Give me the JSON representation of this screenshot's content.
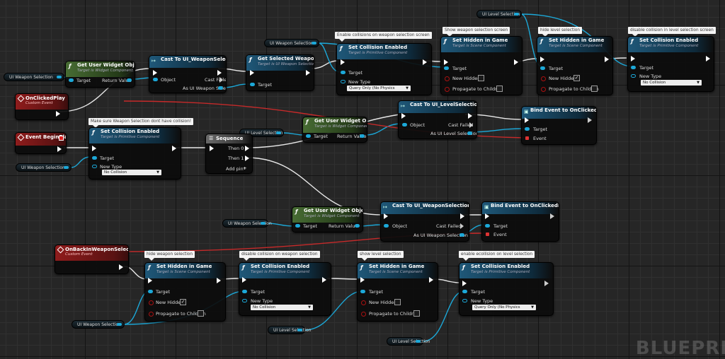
{
  "watermark": "BLUEPRI",
  "variables": {
    "weapon": "UI Weapon Selection",
    "level": "UI Level Selection"
  },
  "nodes": {
    "get_widget_1": {
      "title": "Get User Widget Object",
      "sub": "Target is Widget Component",
      "target": "Target",
      "ret": "Return Value"
    },
    "cast_weapon_1": {
      "title": "Cast To UI_WeaponSelection",
      "obj": "Object",
      "failed": "Cast Failed",
      "as": "As UI Weapon Selection"
    },
    "get_selected": {
      "title": "Get Selected Weapons",
      "sub": "Target is UI Weapon Selection",
      "target": "Target"
    },
    "set_coll_1": {
      "title": "Set Collision Enabled",
      "sub": "Target is Primitive Component",
      "target": "Target",
      "newtype": "New Type",
      "value": "Query Only (No Physics Collision)"
    },
    "set_hidden_1": {
      "title": "Set Hidden in Game",
      "sub": "Target is Scene Component",
      "target": "Target",
      "newhidden": "New Hidden",
      "prop": "Propagate to Children"
    },
    "set_hidden_2": {
      "title": "Set Hidden in Game",
      "sub": "Target is Scene Component",
      "target": "Target",
      "newhidden": "New Hidden",
      "prop": "Propagate to Children"
    },
    "set_coll_2": {
      "title": "Set Collision Enabled",
      "sub": "Target is Primitive Component",
      "target": "Target",
      "newtype": "New Type",
      "value": "No Collision"
    },
    "on_clicked_play": {
      "title": "OnClickedPlay",
      "sub": "Custom Event"
    },
    "event_begin": {
      "title": "Event BeginPlay"
    },
    "set_coll_3": {
      "title": "Set Collision Enabled",
      "sub": "Target is Primitive Component",
      "target": "Target",
      "newtype": "New Type",
      "value": "No Collision"
    },
    "sequence": {
      "title": "Sequence",
      "then0": "Then 0",
      "then1": "Then 1",
      "addpin": "Add pin"
    },
    "get_widget_2": {
      "title": "Get User Widget Object",
      "sub": "Target is Widget Component",
      "target": "Target",
      "ret": "Return Value"
    },
    "cast_level": {
      "title": "Cast To UI_LevelSelection",
      "obj": "Object",
      "failed": "Cast Failed",
      "as": "As UI Level Selection"
    },
    "bind_play": {
      "title": "Bind Event to OnClickedPlay",
      "target": "Target",
      "event": "Event"
    },
    "get_widget_3": {
      "title": "Get User Widget Object",
      "sub": "Target is Widget Component",
      "target": "Target",
      "ret": "Return Value"
    },
    "cast_weapon_2": {
      "title": "Cast To UI_WeaponSelection",
      "obj": "Object",
      "failed": "Cast Failed",
      "as": "As UI Weapon Selection"
    },
    "bind_back": {
      "title": "Bind Event to OnClickedBack",
      "target": "Target",
      "event": "Event"
    },
    "on_back": {
      "title": "OnBackInWeaponSelection",
      "sub": "Custom Event"
    },
    "set_hidden_3": {
      "title": "Set Hidden in Game",
      "sub": "Target is Scene Component",
      "target": "Target",
      "newhidden": "New Hidden",
      "prop": "Propagate to Children"
    },
    "set_coll_4": {
      "title": "Set Collision Enabled",
      "sub": "Target is Primitive Component",
      "target": "Target",
      "newtype": "New Type",
      "value": "No Collision"
    },
    "set_hidden_4": {
      "title": "Set Hidden in Game",
      "sub": "Target is Scene Component",
      "target": "Target",
      "newhidden": "New Hidden",
      "prop": "Propagate to Children"
    },
    "set_coll_5": {
      "title": "Set Collision Enabled",
      "sub": "Target is Primitive Component",
      "target": "Target",
      "newtype": "New Type",
      "value": "Query Only (No Physics Collision)"
    }
  },
  "comments": {
    "c1": "Enable collisions on weapon selection screen",
    "c2": "Show weapon selection screen",
    "c3": "hide level selection",
    "c4": "disable collision in level selection screen",
    "c5": "Make sure Weapon Selection dont have collision!",
    "c6": "hide weapon selection",
    "c7": "disable collision on weapon selection",
    "c8": "show level selection",
    "c9": "enable ecollision on level selection"
  },
  "colors": {
    "exec": "#ffffff",
    "object_pin": "#1ca8d8",
    "event_header": "#8f1c1c",
    "function_header": "#1f5879",
    "pure_header": "#476c33"
  }
}
